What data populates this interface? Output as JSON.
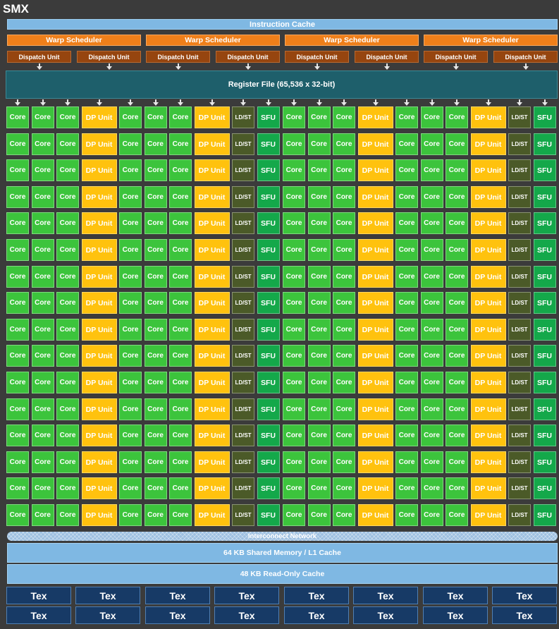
{
  "title": "SMX",
  "instruction_cache": "Instruction Cache",
  "warp_schedulers": [
    "Warp Scheduler",
    "Warp Scheduler",
    "Warp Scheduler",
    "Warp Scheduler"
  ],
  "dispatch_units": [
    "Dispatch Unit",
    "Dispatch Unit",
    "Dispatch Unit",
    "Dispatch Unit",
    "Dispatch Unit",
    "Dispatch Unit",
    "Dispatch Unit",
    "Dispatch Unit"
  ],
  "register_file": "Register File (65,536 x 32-bit)",
  "unit_labels": {
    "core": "Core",
    "dp": "DP Unit",
    "ldst": "LD/ST",
    "sfu": "SFU"
  },
  "column_pattern": [
    "core",
    "core",
    "core",
    "dp",
    "core",
    "core",
    "core",
    "dp",
    "ldst",
    "sfu",
    "core",
    "core",
    "core",
    "dp",
    "core",
    "core",
    "core",
    "dp",
    "ldst",
    "sfu"
  ],
  "row_count": 16,
  "interconnect": "Interconnect Network",
  "shared_memory": "64 KB Shared Memory / L1 Cache",
  "readonly_cache": "48 KB Read-Only Cache",
  "tex_rows": [
    [
      "Tex",
      "Tex",
      "Tex",
      "Tex",
      "Tex",
      "Tex",
      "Tex",
      "Tex"
    ],
    [
      "Tex",
      "Tex",
      "Tex",
      "Tex",
      "Tex",
      "Tex",
      "Tex",
      "Tex"
    ]
  ],
  "colors": {
    "background": "#3b3b3b",
    "instruction_cache": "#7fb8e3",
    "warp_scheduler": "#ef7f1a",
    "dispatch_unit": "#96450f",
    "register_file": "#1e5f6b",
    "core": "#3cc43c",
    "dp_unit": "#ffc20e",
    "ldst": "#4b5a28",
    "sfu": "#14a84a",
    "tex": "#173a66"
  }
}
